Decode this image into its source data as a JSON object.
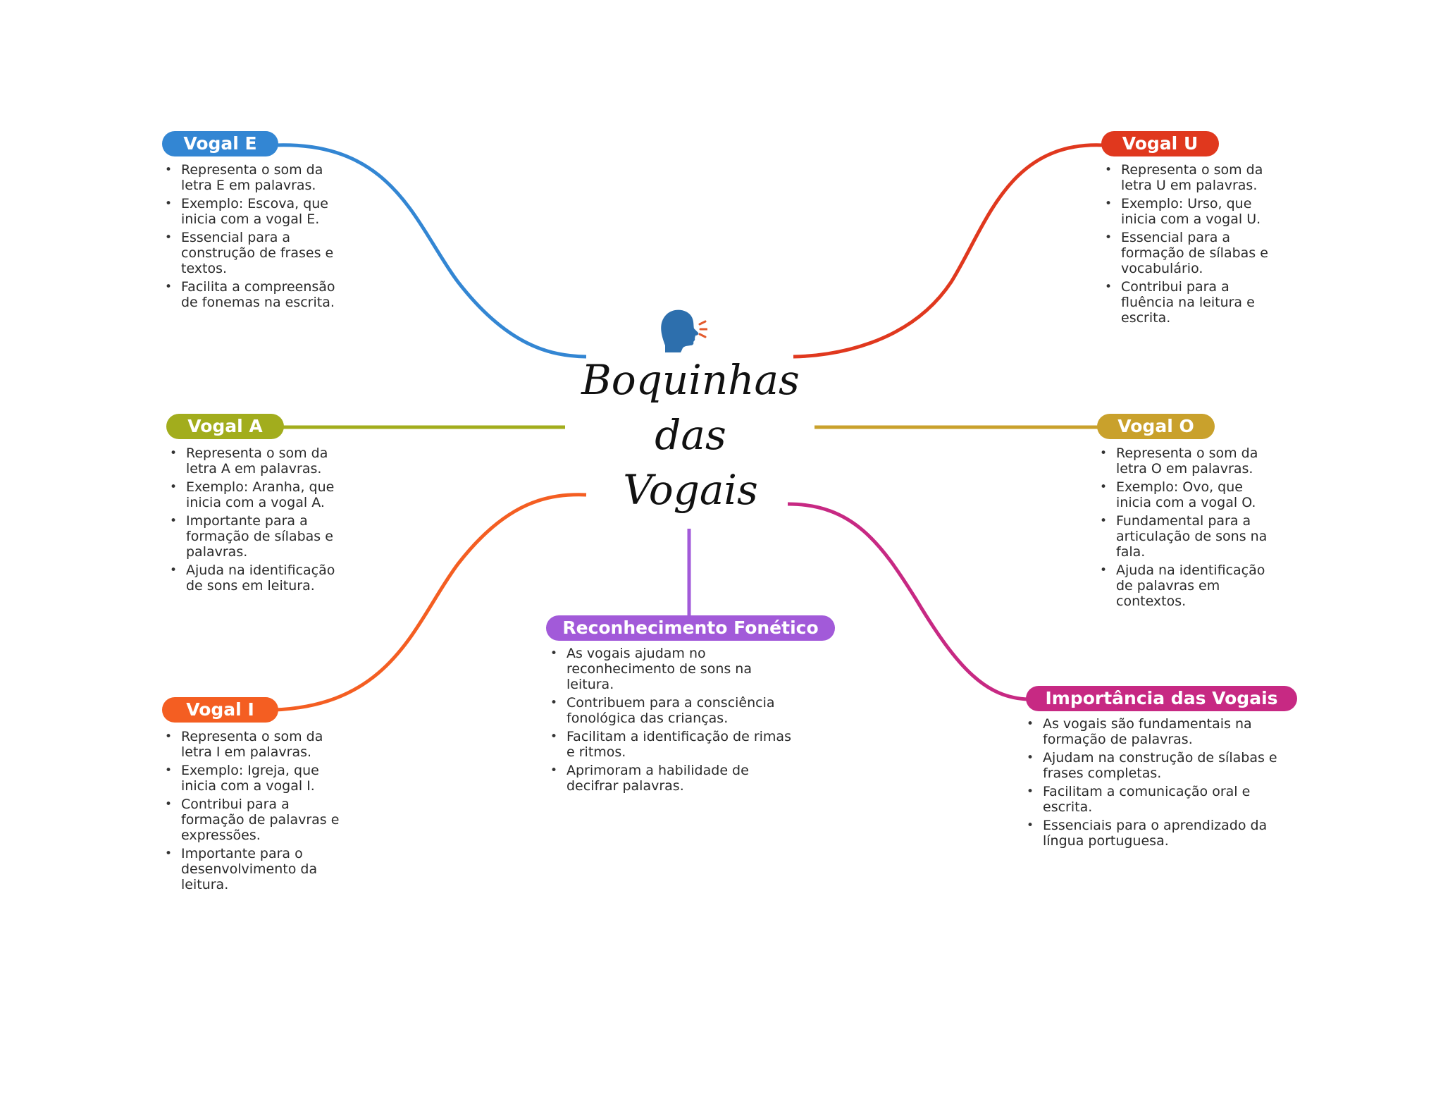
{
  "center": {
    "title_lines": [
      "Boquinhas",
      "das",
      "Vogais"
    ],
    "icon": "speaking-head-icon"
  },
  "topics": {
    "vogal_e": {
      "label": "Vogal E",
      "color": "#3386d3",
      "items": [
        "Representa o som da letra E em palavras.",
        "Exemplo: Escova, que inicia com a vogal E.",
        "Essencial para a construção de frases e textos.",
        "Facilita a compreensão de fonemas na escrita."
      ]
    },
    "vogal_a": {
      "label": "Vogal A",
      "color": "#a2ad1d",
      "items": [
        "Representa o som da letra A em palavras.",
        "Exemplo: Aranha, que inicia com a vogal A.",
        "Importante para a formação de sílabas e palavras.",
        "Ajuda na identificação de sons em leitura."
      ]
    },
    "vogal_i": {
      "label": "Vogal I",
      "color": "#f45e22",
      "items": [
        "Representa o som da letra I em palavras.",
        "Exemplo: Igreja, que inicia com a vogal I.",
        "Contribui para a formação de palavras e expressões.",
        "Importante para o desenvolvimento da leitura."
      ]
    },
    "reconhecimento": {
      "label": "Reconhecimento Fonético",
      "color": "#a25ad9",
      "items": [
        "As vogais ajudam no reconhecimento de sons na leitura.",
        "Contribuem para a consciência fonológica das crianças.",
        "Facilitam a identificação de rimas e ritmos.",
        "Aprimoram a habilidade de decifrar palavras."
      ]
    },
    "vogal_u": {
      "label": "Vogal U",
      "color": "#e0381e",
      "items": [
        "Representa o som da letra U em palavras.",
        "Exemplo: Urso, que inicia com a vogal U.",
        "Essencial para a formação de sílabas e vocabulário.",
        "Contribui para a fluência na leitura e escrita."
      ]
    },
    "vogal_o": {
      "label": "Vogal O",
      "color": "#c9a12c",
      "items": [
        "Representa o som da letra O em palavras.",
        "Exemplo: Ovo, que inicia com a vogal O.",
        "Fundamental para a articulação de sons na fala.",
        "Ajuda na identificação de palavras em contextos."
      ]
    },
    "importancia": {
      "label": "Importância das Vogais",
      "color": "#c72983",
      "items": [
        "As vogais são fundamentais na formação de palavras.",
        "Ajudam na construção de sílabas e frases completas.",
        "Facilitam a comunicação oral e escrita.",
        "Essenciais para o aprendizado da língua portuguesa."
      ]
    }
  }
}
